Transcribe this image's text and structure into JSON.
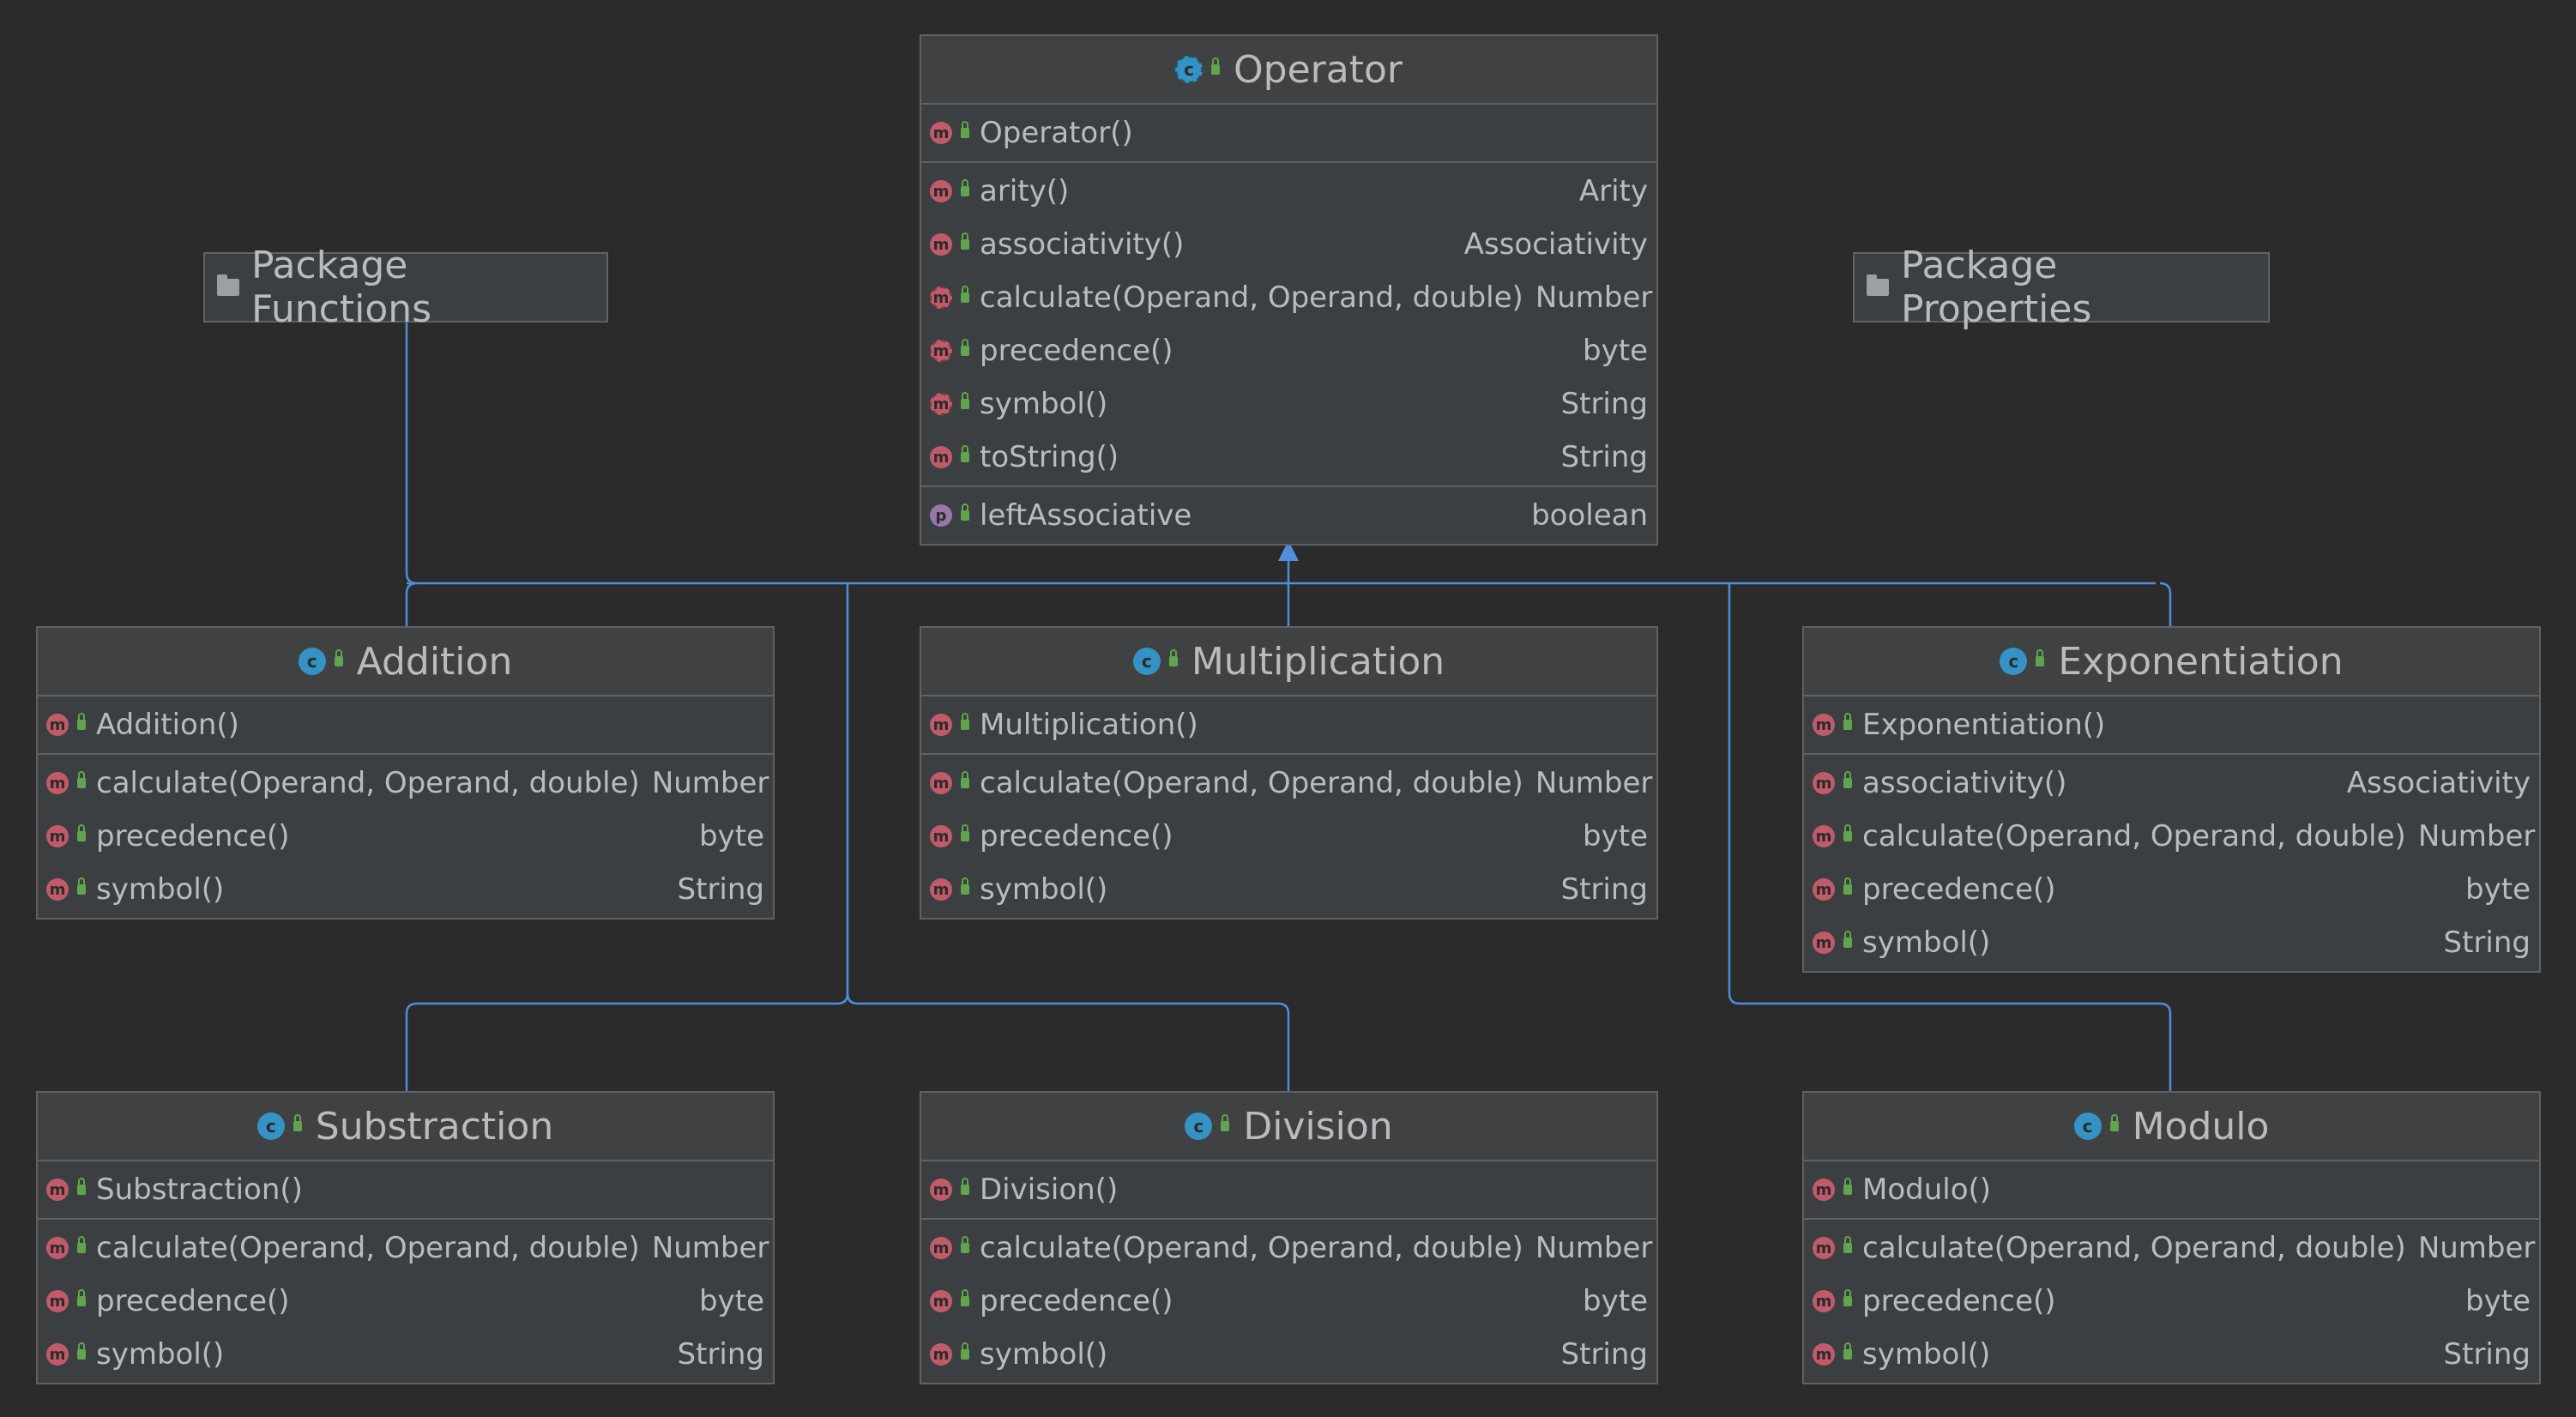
{
  "colors": {
    "background": "#2b2b2b",
    "box": "#3c3f41",
    "border": "#5f6265",
    "text": "#b9bcbe",
    "edge": "#4f8edc",
    "method_icon": "#c15b6a",
    "property_icon": "#9876aa",
    "class_icon": "#3592c4",
    "visibility_icon": "#62a44d"
  },
  "packages": {
    "functions": "Package Functions",
    "properties": "Package Properties"
  },
  "classes": {
    "operator": {
      "name": "Operator",
      "icon": "abstract-class-icon",
      "constructors": [
        {
          "name": "Operator()",
          "type": ""
        }
      ],
      "methods": [
        {
          "name": "arity()",
          "type": "Arity"
        },
        {
          "name": "associativity()",
          "type": "Associativity"
        },
        {
          "name": "calculate(Operand, Operand, double)",
          "type": "Number"
        },
        {
          "name": "precedence()",
          "type": "byte"
        },
        {
          "name": "symbol()",
          "type": "String"
        },
        {
          "name": "toString()",
          "type": "String"
        }
      ],
      "properties": [
        {
          "name": "leftAssociative",
          "type": "boolean"
        }
      ]
    },
    "addition": {
      "name": "Addition",
      "constructors": [
        {
          "name": "Addition()",
          "type": ""
        }
      ],
      "methods": [
        {
          "name": "calculate(Operand, Operand, double)",
          "type": "Number"
        },
        {
          "name": "precedence()",
          "type": "byte"
        },
        {
          "name": "symbol()",
          "type": "String"
        }
      ]
    },
    "multiplication": {
      "name": "Multiplication",
      "constructors": [
        {
          "name": "Multiplication()",
          "type": ""
        }
      ],
      "methods": [
        {
          "name": "calculate(Operand, Operand, double)",
          "type": "Number"
        },
        {
          "name": "precedence()",
          "type": "byte"
        },
        {
          "name": "symbol()",
          "type": "String"
        }
      ]
    },
    "exponentiation": {
      "name": "Exponentiation",
      "constructors": [
        {
          "name": "Exponentiation()",
          "type": ""
        }
      ],
      "methods": [
        {
          "name": "associativity()",
          "type": "Associativity"
        },
        {
          "name": "calculate(Operand, Operand, double)",
          "type": "Number"
        },
        {
          "name": "precedence()",
          "type": "byte"
        },
        {
          "name": "symbol()",
          "type": "String"
        }
      ]
    },
    "substraction": {
      "name": "Substraction",
      "constructors": [
        {
          "name": "Substraction()",
          "type": ""
        }
      ],
      "methods": [
        {
          "name": "calculate(Operand, Operand, double)",
          "type": "Number"
        },
        {
          "name": "precedence()",
          "type": "byte"
        },
        {
          "name": "symbol()",
          "type": "String"
        }
      ]
    },
    "division": {
      "name": "Division",
      "constructors": [
        {
          "name": "Division()",
          "type": ""
        }
      ],
      "methods": [
        {
          "name": "calculate(Operand, Operand, double)",
          "type": "Number"
        },
        {
          "name": "precedence()",
          "type": "byte"
        },
        {
          "name": "symbol()",
          "type": "String"
        }
      ]
    },
    "modulo": {
      "name": "Modulo",
      "constructors": [
        {
          "name": "Modulo()",
          "type": ""
        }
      ],
      "methods": [
        {
          "name": "calculate(Operand, Operand, double)",
          "type": "Number"
        },
        {
          "name": "precedence()",
          "type": "byte"
        },
        {
          "name": "symbol()",
          "type": "String"
        }
      ]
    }
  }
}
